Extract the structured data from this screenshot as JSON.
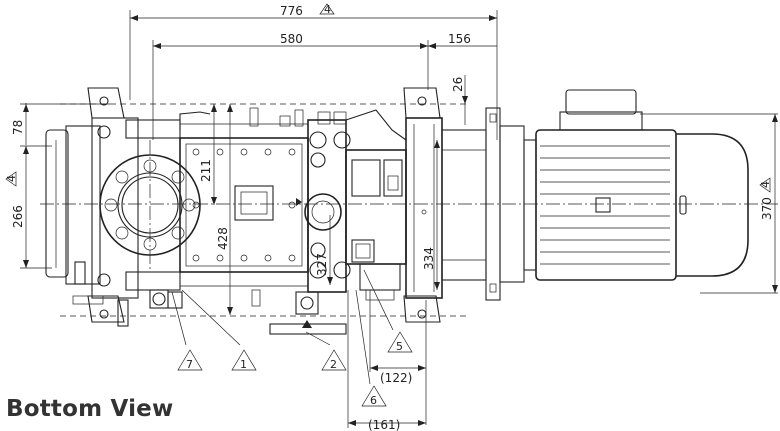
{
  "view_title": "Bottom View",
  "dimensions": {
    "overall_length": "776",
    "span_580": "580",
    "span_156": "156",
    "offset_26": "26",
    "offset_78": "78",
    "height_266": "266",
    "height_211": "211",
    "height_428": "428",
    "height_327": "327",
    "height_334": "334",
    "height_370": "370",
    "offset_122": "(122)",
    "offset_161": "(161)"
  },
  "callouts": {
    "overall_length_note": "4",
    "height_266_note": "4",
    "height_370_note": "4",
    "c1": "1",
    "c2": "2",
    "c5": "5",
    "c6": "6",
    "c7": "7"
  },
  "colors": {
    "line": "#222222",
    "background": "#ffffff"
  }
}
